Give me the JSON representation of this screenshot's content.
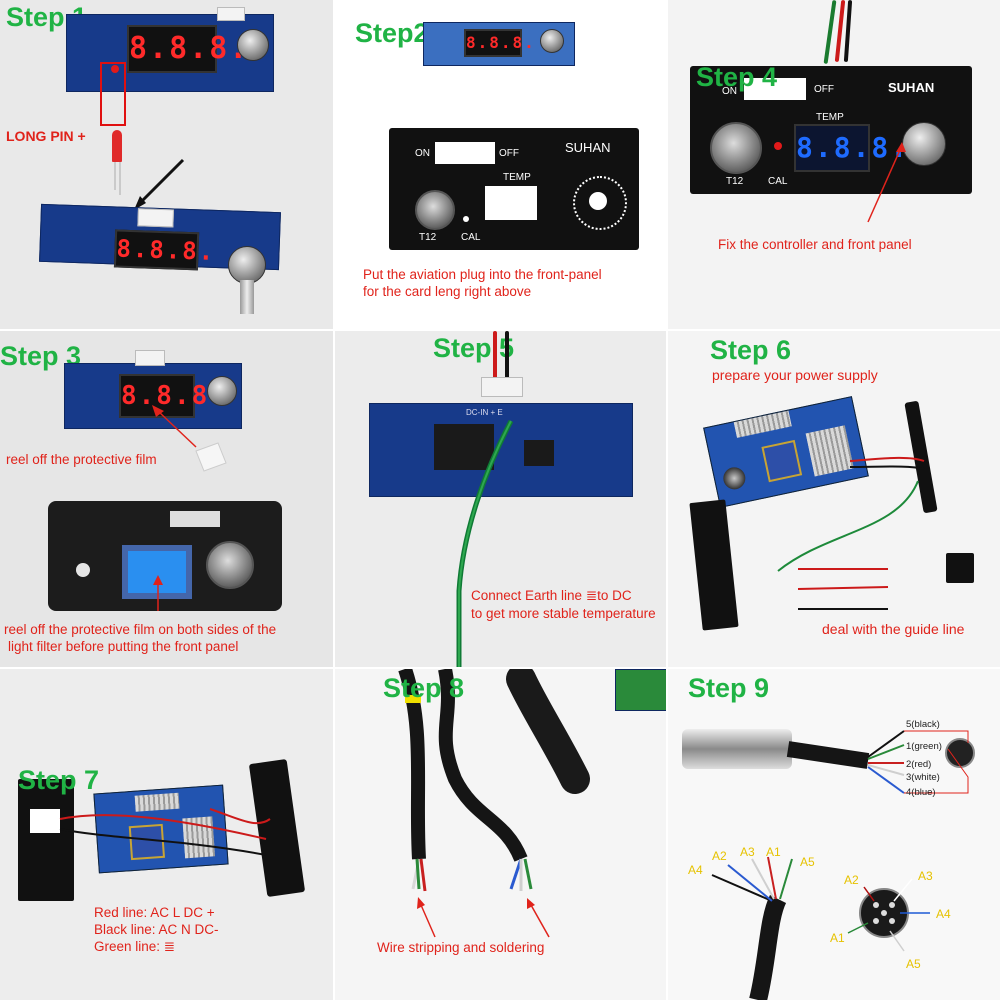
{
  "steps": {
    "s1": "Step 1",
    "s2": "Step2",
    "s3": "Step 3",
    "s4": "Step 4",
    "s5": "Step 5",
    "s6": "Step 6",
    "s7": "Step 7",
    "s8": "Step 8",
    "s9": "Step 9"
  },
  "step1": {
    "long_pin": "LONG PIN +",
    "display": "8.8.8."
  },
  "step2": {
    "caption_line1": "Put the aviation plug into the front-panel",
    "caption_line2": "for the card leng right above",
    "panel": {
      "on": "ON",
      "off": "OFF",
      "brand": "SUHAN",
      "temp": "TEMP",
      "t12": "T12",
      "cal": "CAL"
    }
  },
  "step3": {
    "caption1": "reel off the protective film",
    "caption2_line1": "reel off the protective film on both sides of the",
    "caption2_line2": "light filter before putting the front panel"
  },
  "step4": {
    "caption": "Fix the controller and front panel",
    "panel": {
      "on": "ON",
      "off": "OFF",
      "brand": "SUHAN",
      "temp": "TEMP",
      "t12": "T12",
      "cal": "CAL",
      "display": "8.8.8."
    }
  },
  "step5": {
    "caption_line1": "Connect Earth line ≣to DC",
    "caption_line2": "to get more stable temperature",
    "board_silk": "DC-IN + E"
  },
  "step6": {
    "title": "prepare your power supply",
    "caption": "deal with the guide line"
  },
  "step7": {
    "line1": "Red line: AC  L  DC  +",
    "line2": "Black line: AC  N  DC-",
    "line3": "Green line:  ≣"
  },
  "step8": {
    "caption": "Wire stripping and soldering"
  },
  "step9": {
    "pins": [
      "5(black)",
      "1(green)",
      "2(red)",
      "3(white)",
      "4(blue)"
    ],
    "wire_labels": [
      "A2",
      "A3",
      "A1",
      "A4",
      "A5"
    ],
    "plug_labels": [
      "A2",
      "A3",
      "A4",
      "A1",
      "A5"
    ]
  },
  "colors": {
    "step_green": "#20b345",
    "caption_red": "#e0231b",
    "pcb_blue": "#173a8a",
    "display_red": "#ff2a2a",
    "display_blue": "#1e6bff"
  }
}
